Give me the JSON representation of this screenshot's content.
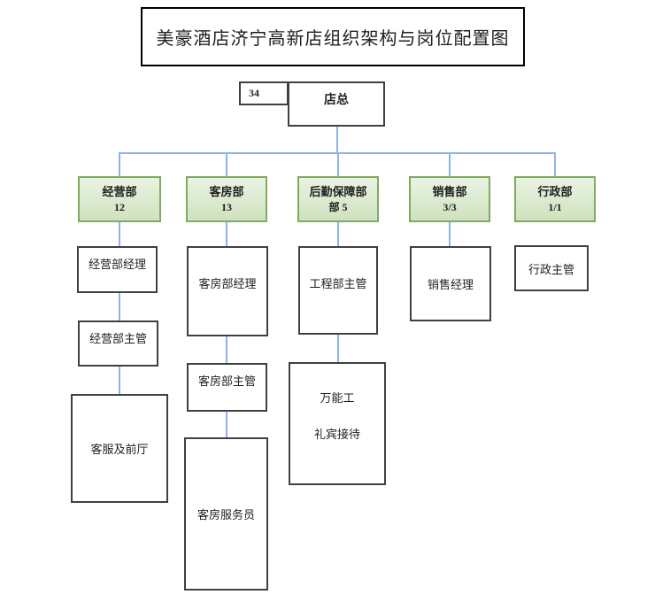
{
  "diagram": {
    "title": "美豪酒店济宁高新店组织架构与岗位配置图",
    "root": {
      "badge": "34",
      "label": "店总"
    },
    "columns": [
      {
        "dept": {
          "line1": "经营部",
          "line2": "12"
        },
        "nodes": [
          {
            "label": "经营部经理"
          },
          {
            "label": "经营部主管"
          },
          {
            "label": "客服及前厅"
          }
        ]
      },
      {
        "dept": {
          "line1": "客房部",
          "line2": "13"
        },
        "nodes": [
          {
            "label": "客房部经理"
          },
          {
            "label": "客房部主管"
          },
          {
            "label": "客房服务员"
          }
        ]
      },
      {
        "dept": {
          "line1": "后勤保障部",
          "line2": "部 5"
        },
        "nodes": [
          {
            "label": "工程部主管"
          },
          {
            "lines": [
              "万能工",
              "礼宾接待"
            ]
          }
        ]
      },
      {
        "dept": {
          "line1": "销售部",
          "line2": "3/3"
        },
        "nodes": [
          {
            "label": "销售经理"
          }
        ]
      },
      {
        "dept": {
          "line1": "行政部",
          "line2": "1/1"
        },
        "nodes": [
          {
            "label": "行政主管"
          }
        ]
      }
    ],
    "colors": {
      "connector": "#8eb4e3",
      "dept_border": "#7fab5e",
      "dept_fill_top": "#eaf3e3",
      "dept_fill_bottom": "#cfe2bf",
      "node_border": "#404040"
    }
  }
}
